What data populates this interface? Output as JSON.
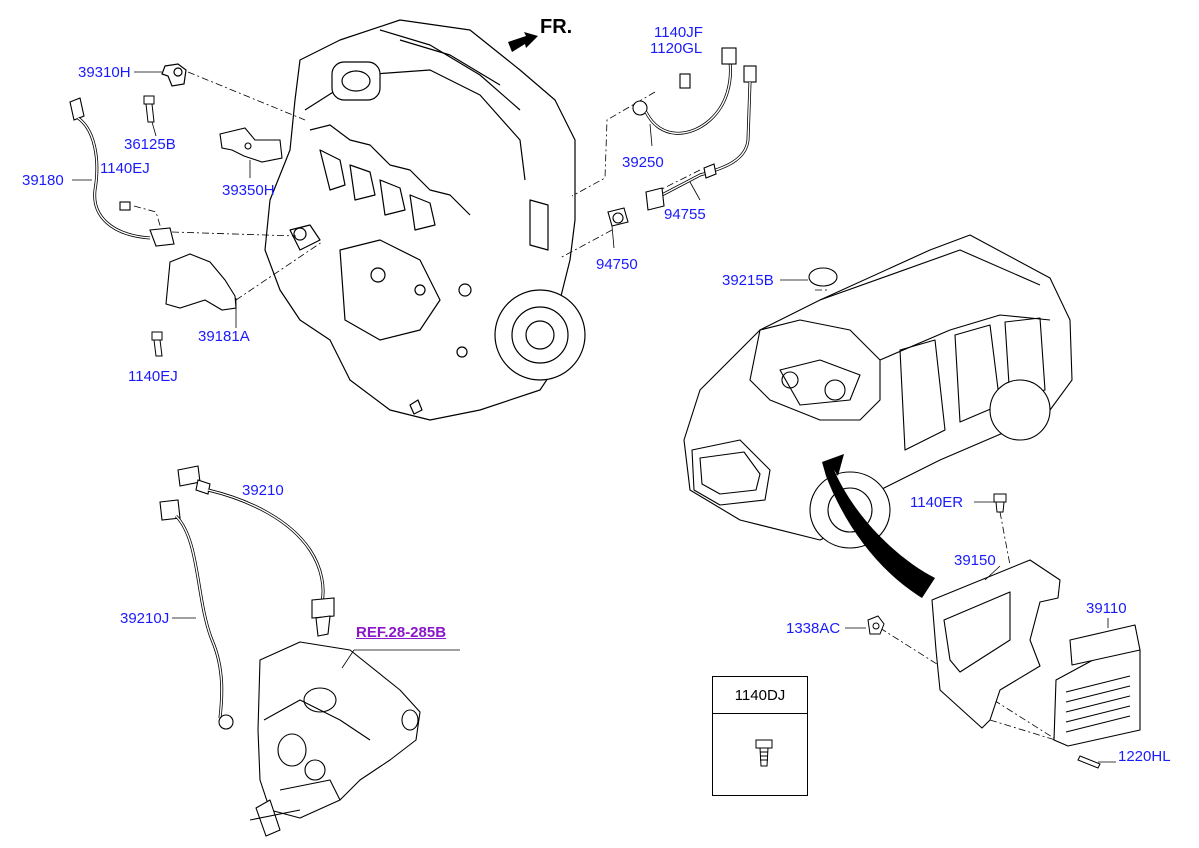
{
  "direction_label": "FR.",
  "ref_label": "REF.28-285B",
  "labels": {
    "l_39310H": "39310H",
    "l_36125B": "36125B",
    "l_39180": "39180",
    "l_1140EJ_top": "1140EJ",
    "l_39350H": "39350H",
    "l_39181A": "39181A",
    "l_1140EJ_bottom": "1140EJ",
    "l_1140JF": "1140JF",
    "l_1120GL": "1120GL",
    "l_39250": "39250",
    "l_94755": "94755",
    "l_94750": "94750",
    "l_39215B": "39215B",
    "l_39210": "39210",
    "l_39210J": "39210J",
    "l_1140ER": "1140ER",
    "l_39150": "39150",
    "l_39110": "39110",
    "l_1338AC": "1338AC",
    "l_1220HL": "1220HL"
  },
  "legend_box": {
    "part_no": "1140DJ"
  }
}
